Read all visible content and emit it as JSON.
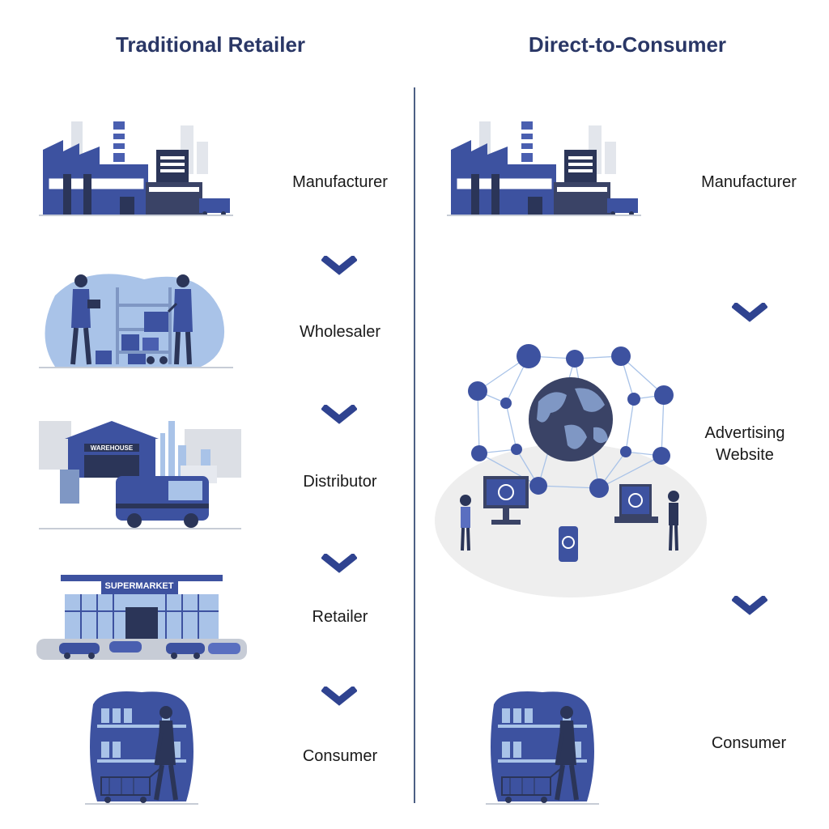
{
  "left_title": "Traditional Retailer",
  "right_title": "Direct-to-Consumer",
  "left_stages": [
    {
      "label": "Manufacturer"
    },
    {
      "label": "Wholesaler"
    },
    {
      "label": "Distributor"
    },
    {
      "label": "Retailer"
    },
    {
      "label": "Consumer"
    }
  ],
  "right_stages": [
    {
      "label": "Manufacturer"
    },
    {
      "label_line1": "Advertising",
      "label_line2": "Website"
    },
    {
      "label": "Consumer"
    }
  ],
  "illustration_text": {
    "warehouse_sign": "WAREHOUSE",
    "supermarket_sign": "SUPERMARKET"
  },
  "colors": {
    "title": "#2a3766",
    "primary_blue": "#3d52a0",
    "light_blue": "#a9c3e8",
    "dark_navy": "#2b3558",
    "divider": "#4d5f84"
  }
}
